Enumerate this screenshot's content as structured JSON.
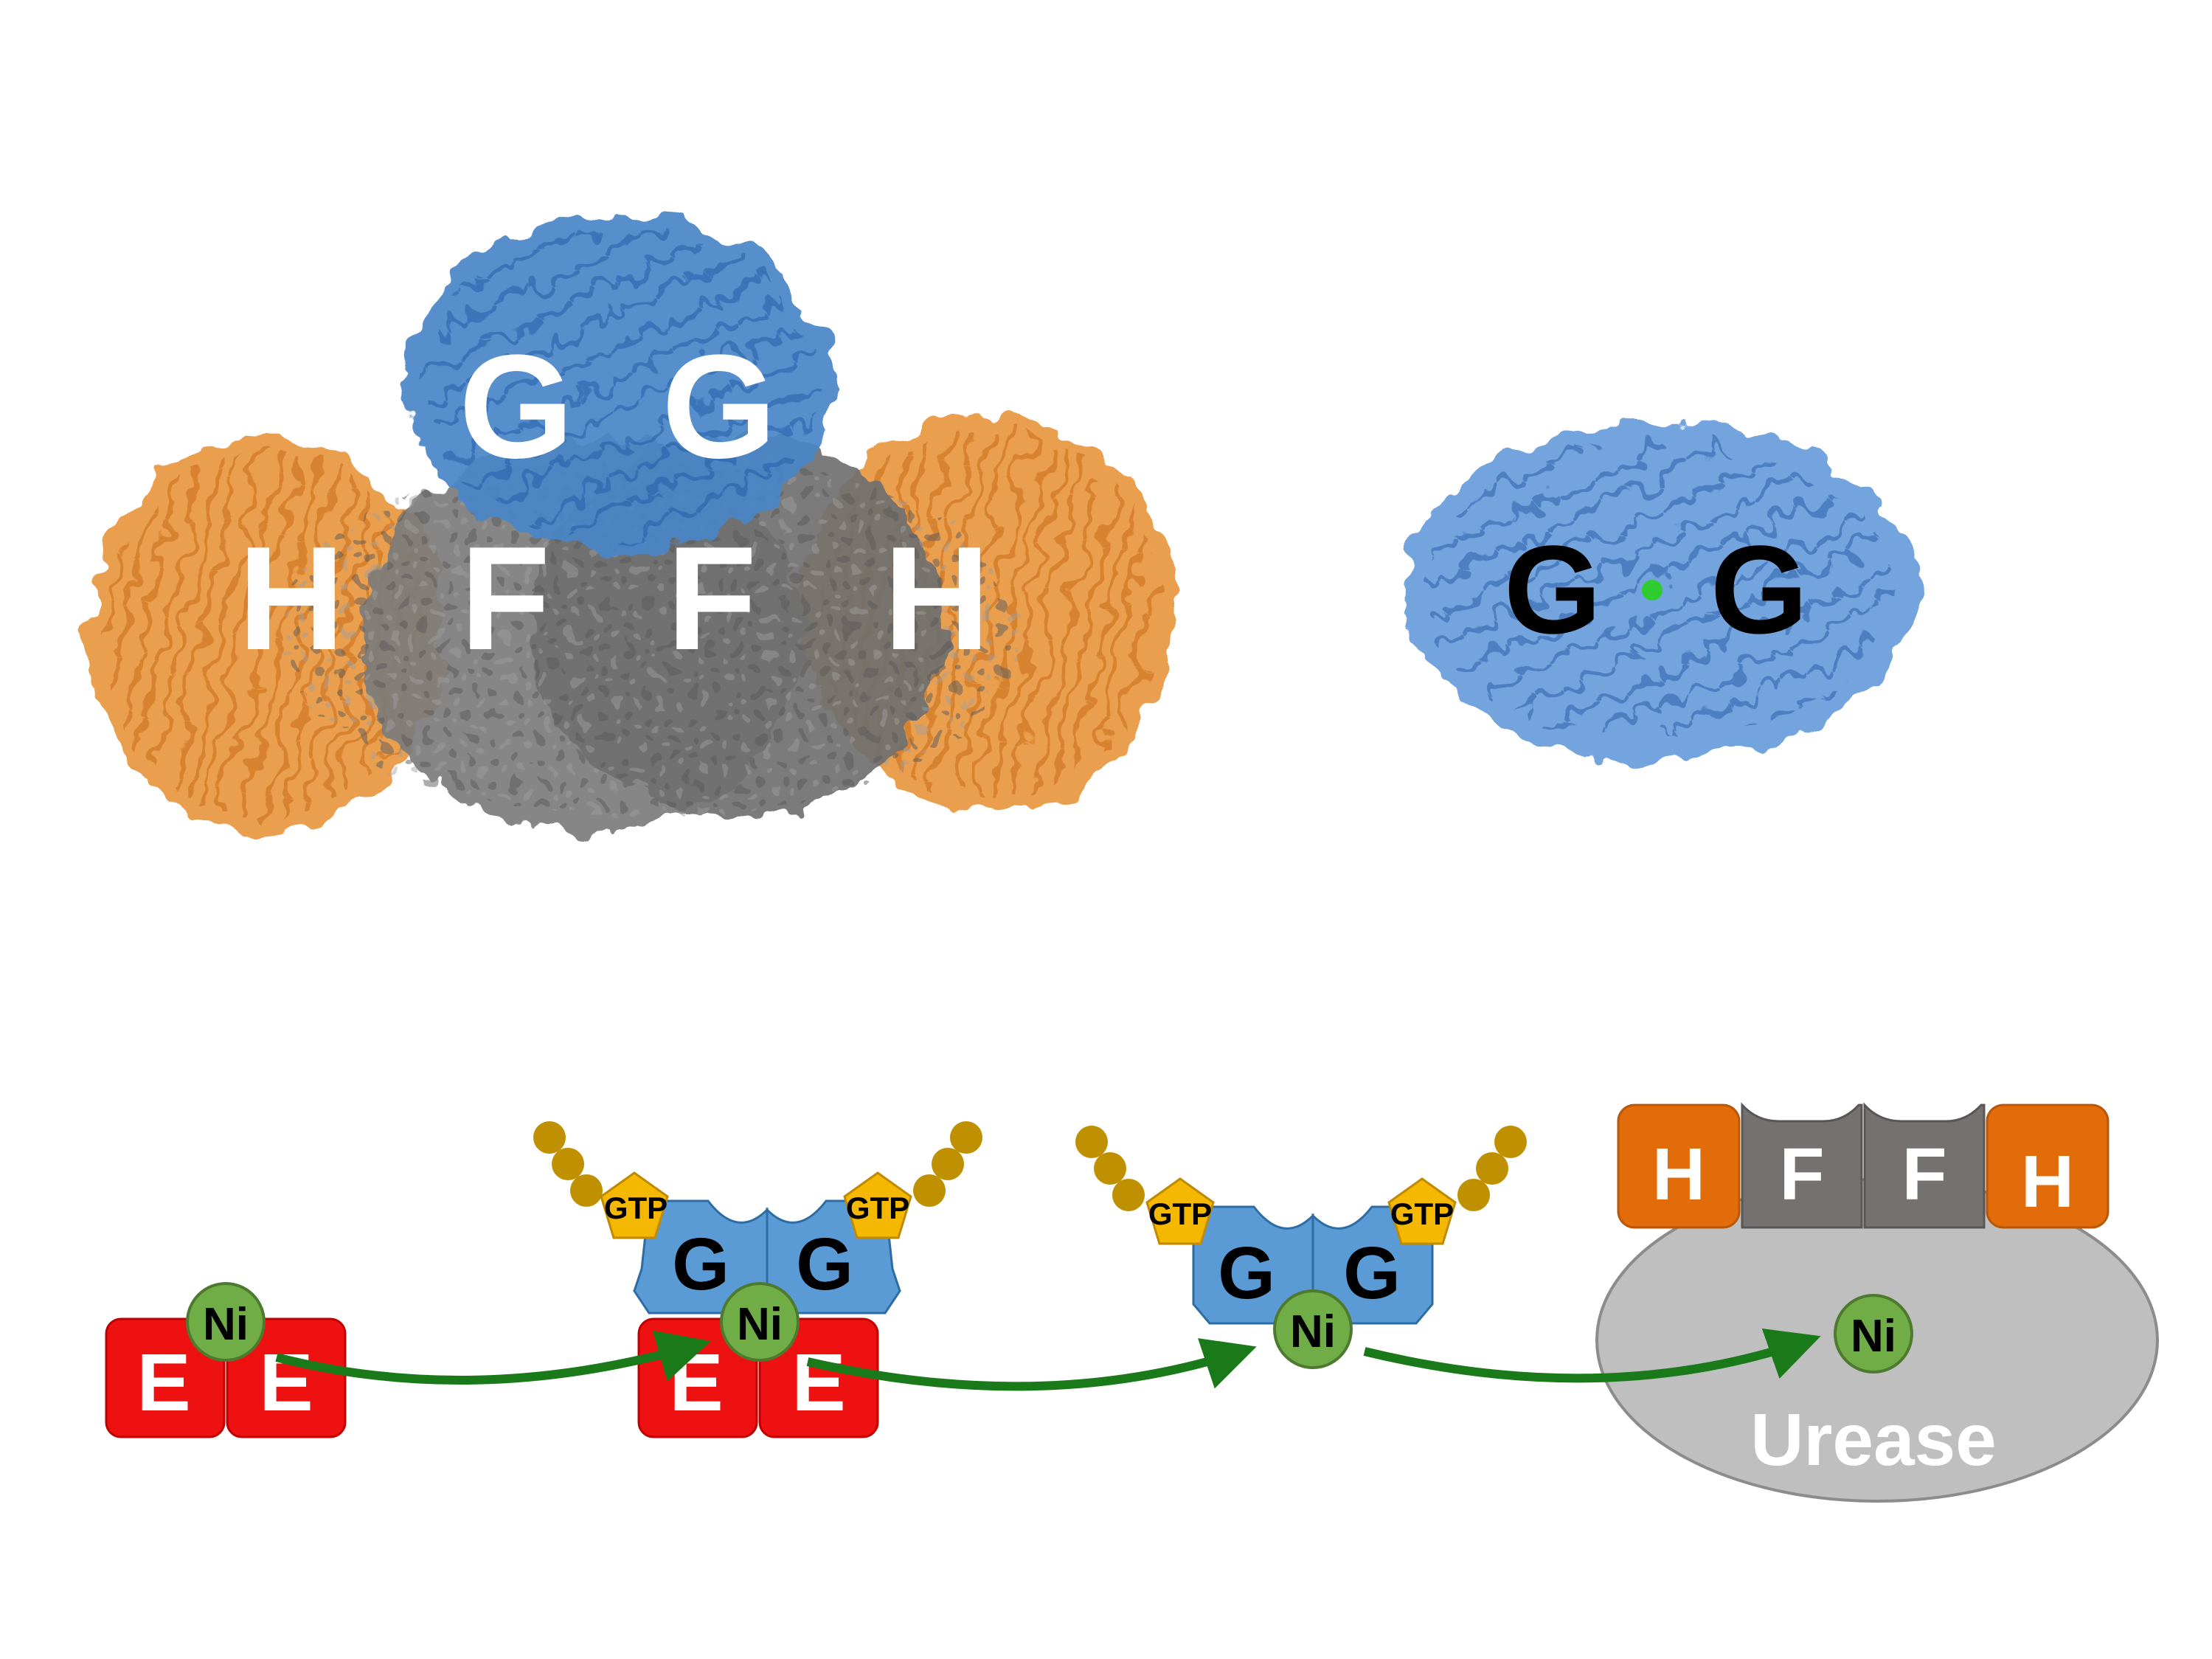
{
  "complex_structure": {
    "labels": [
      "G",
      "G",
      "H",
      "F",
      "F",
      "H"
    ],
    "colors": {
      "blue": "#4a86c8",
      "orange": "#e8953c",
      "gray": "#7b7b7b"
    }
  },
  "dimer_structure": {
    "labels": [
      "G",
      "G"
    ],
    "ion_color": "#2ecc2e"
  },
  "pathway": {
    "stage1": {
      "e_labels": [
        "E",
        "E"
      ],
      "ni_label": "Ni"
    },
    "stage2": {
      "g_labels": [
        "G",
        "G"
      ],
      "gtp_labels": [
        "GTP",
        "GTP"
      ],
      "e_labels": [
        "E",
        "E"
      ],
      "ni_label": "Ni"
    },
    "stage3": {
      "g_labels": [
        "G",
        "G"
      ],
      "gtp_labels": [
        "GTP",
        "GTP"
      ],
      "ni_label": "Ni"
    },
    "stage4": {
      "accessory_labels": [
        "H",
        "F",
        "F",
        "H"
      ],
      "ni_label": "Ni",
      "urease_label": "Urease"
    },
    "colors": {
      "e_red": "#ee1111",
      "g_blue": "#5b9bd5",
      "gtp_yellow": "#f5b800",
      "phosphate_gold": "#bf9000",
      "ni_green": "#70ad47",
      "arrow_green": "#1a7a1a",
      "h_orange": "#e36c0a",
      "f_gray": "#767171",
      "urease_gray": "#bfbfbf"
    }
  }
}
